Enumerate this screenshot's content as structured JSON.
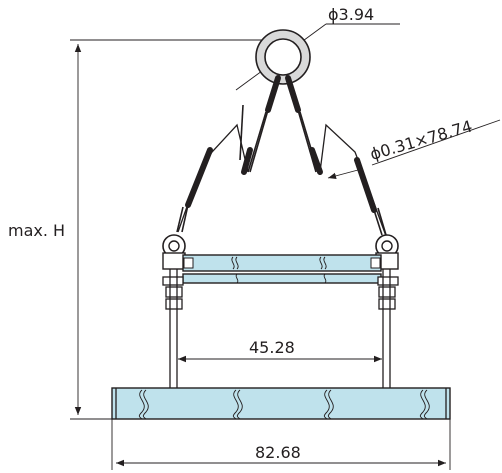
{
  "dimensions": {
    "ring_diameter": "ϕ3.94",
    "cable_spec": "ϕ0.31×78.74",
    "height": "max. H",
    "inner_span": "45.28",
    "overall_length": "82.68"
  }
}
